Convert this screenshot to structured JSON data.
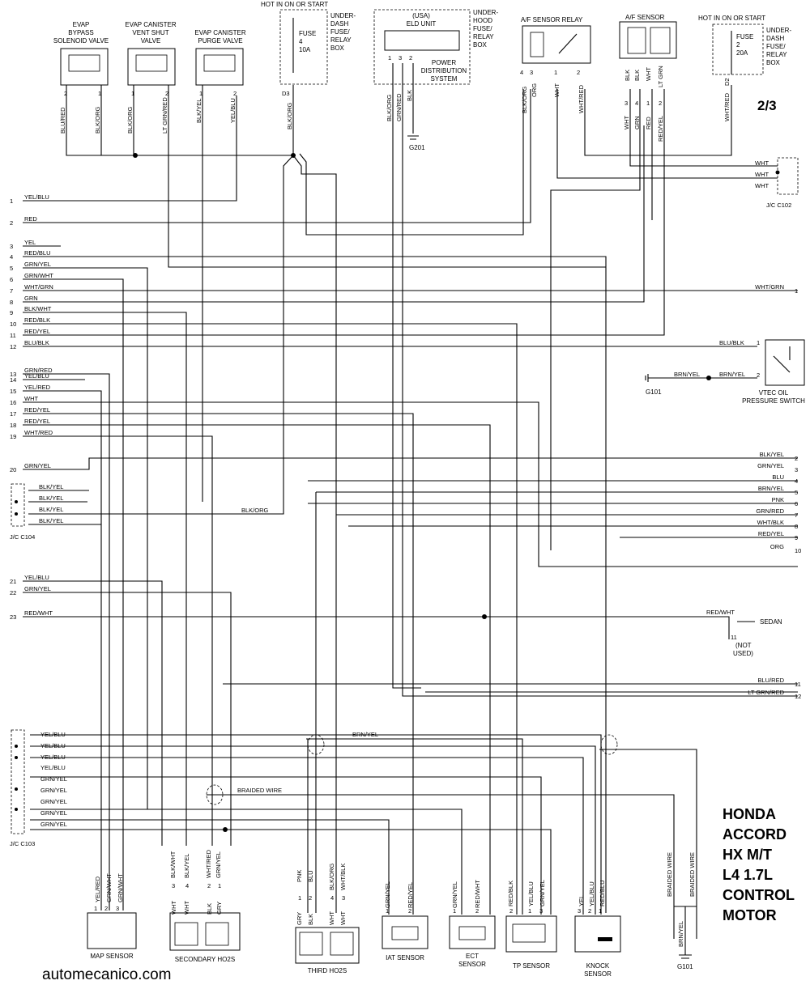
{
  "page_number": "2/3",
  "vehicle_title": [
    "HONDA",
    "ACCORD",
    "HX M/T",
    "L4 1.7L",
    "CONTROL",
    "MOTOR"
  ],
  "watermark": "automecanico.com",
  "top_components": {
    "evap_bypass": {
      "lines": [
        "EVAP",
        "BYPASS",
        "SOLENOID VALVE"
      ],
      "wires": [
        "BLU/RED",
        "BLK/ORG"
      ],
      "pins": [
        "2",
        "1"
      ]
    },
    "evap_vent": {
      "lines": [
        "EVAP CANISTER",
        "VENT SHUT",
        "VALVE"
      ],
      "wires": [
        "BLK/ORG",
        "LT GRN/RED"
      ],
      "pins": [
        "1",
        "2"
      ]
    },
    "evap_purge": {
      "lines": [
        "EVAP CANISTER",
        "PURGE VALVE"
      ],
      "wires": [
        "BLK/YEL",
        "YEL/BLU"
      ],
      "pins": [
        "1",
        "2"
      ]
    },
    "fuse4": {
      "hot": "HOT IN ON OR START",
      "box": [
        "UNDER-",
        "DASH",
        "FUSE/",
        "RELAY",
        "BOX"
      ],
      "fuse": [
        "FUSE",
        "4",
        "10A"
      ],
      "terminal": "D3",
      "wire": "BLK/ORG"
    },
    "eld": {
      "region": "(USA)",
      "name": "ELD UNIT",
      "box": [
        "UNDER-",
        "HOOD",
        "FUSE/",
        "RELAY",
        "BOX"
      ],
      "pds": [
        "POWER",
        "DISTRIBUTION",
        "SYSTEM"
      ],
      "pins": [
        "1",
        "3",
        "2"
      ],
      "wires": [
        "BLK/ORG",
        "GRN/RED",
        "BLK"
      ],
      "ground": "G201"
    },
    "af_relay": {
      "name": "A/F SENSOR RELAY",
      "pins": [
        "4",
        "3",
        "1",
        "2"
      ],
      "wires": [
        "BLK/ORG",
        "ORG",
        "WHT",
        "WHT/RED"
      ]
    },
    "af_sensor": {
      "name": "A/F SENSOR",
      "top_wires": [
        "BLK",
        "BLK",
        "WHT",
        "LT GRN"
      ],
      "pins": [
        "3",
        "4",
        "1",
        "2"
      ],
      "wires": [
        "WHT",
        "GRN",
        "RED",
        "RED/YEL"
      ]
    },
    "fuse2": {
      "hot": "HOT IN ON OR START",
      "box": [
        "UNDER-",
        "DASH",
        "FUSE/",
        "RELAY",
        "BOX"
      ],
      "fuse": [
        "FUSE",
        "2",
        "20A"
      ],
      "terminal": "D2",
      "wire": "WHT/RED"
    }
  },
  "left_pins": [
    {
      "num": "1",
      "wire": "YEL/BLU"
    },
    {
      "num": "2",
      "wire": "RED"
    },
    {
      "num": "3",
      "wire": "YEL"
    },
    {
      "num": "4",
      "wire": "RED/BLU"
    },
    {
      "num": "5",
      "wire": "GRN/YEL"
    },
    {
      "num": "6",
      "wire": "GRN/WHT"
    },
    {
      "num": "7",
      "wire": "WHT/GRN"
    },
    {
      "num": "8",
      "wire": "GRN"
    },
    {
      "num": "9",
      "wire": "BLK/WHT"
    },
    {
      "num": "10",
      "wire": "RED/BLK"
    },
    {
      "num": "11",
      "wire": "RED/YEL"
    },
    {
      "num": "12",
      "wire": "BLU/BLK"
    },
    {
      "num": "13",
      "wire": "GRN/RED"
    },
    {
      "num": "14",
      "wire": "YEL/BLU"
    },
    {
      "num": "15",
      "wire": "YEL/RED"
    },
    {
      "num": "16",
      "wire": "WHT"
    },
    {
      "num": "17",
      "wire": "RED/YEL"
    },
    {
      "num": "18",
      "wire": "RED/YEL"
    },
    {
      "num": "19",
      "wire": "WHT/RED"
    },
    {
      "num": "20",
      "wire": "GRN/YEL"
    },
    {
      "num": "21",
      "wire": "YEL/BLU"
    },
    {
      "num": "22",
      "wire": "GRN/YEL"
    },
    {
      "num": "23",
      "wire": "RED/WHT"
    }
  ],
  "right_pins": [
    {
      "num": "1",
      "wire": "WHT/GRN"
    },
    {
      "num": "2",
      "wire": "BLK/YEL"
    },
    {
      "num": "3",
      "wire": "GRN/YEL"
    },
    {
      "num": "4",
      "wire": "BLU"
    },
    {
      "num": "5",
      "wire": "BRN/YEL"
    },
    {
      "num": "6",
      "wire": "PNK"
    },
    {
      "num": "7",
      "wire": "GRN/RED"
    },
    {
      "num": "8",
      "wire": "WHT/BLK"
    },
    {
      "num": "9",
      "wire": "RED/YEL"
    },
    {
      "num": "10",
      "wire": "ORG"
    },
    {
      "num": "11",
      "wire": "BLU/RED"
    },
    {
      "num": "12",
      "wire": "LT GRN/RED"
    }
  ],
  "jc_c102": {
    "label": "J/C  C102",
    "wires": [
      "WHT",
      "WHT",
      "WHT"
    ]
  },
  "jc_c104": {
    "label": "J/C C104",
    "wires": [
      "BLK/YEL",
      "BLK/YEL",
      "BLK/YEL",
      "BLK/YEL"
    ],
    "bus": "BLK/ORG"
  },
  "jc_c103": {
    "label": "J/C C103",
    "wires": [
      "YEL/BLU",
      "YEL/BLU",
      "YEL/BLU",
      "YEL/BLU",
      "GRN/YEL",
      "GRN/YEL",
      "GRN/YEL",
      "GRN/YEL",
      "GRN/YEL"
    ]
  },
  "vtec": {
    "lines": [
      "VTEC OIL",
      "PRESSURE SWITCH"
    ],
    "pins": [
      "1",
      "2"
    ],
    "wire_in": "BLU/BLK",
    "wire_a": "BRN/YEL",
    "wire_b": "BRN/YEL",
    "ground": "G101"
  },
  "sedan": {
    "wire": "RED/WHT",
    "pin": "11",
    "label": "SEDAN",
    "note": [
      "(NOT",
      "USED)"
    ]
  },
  "braided": {
    "label1": "BRN/YEL",
    "label2": "BRAIDED WIRE",
    "v1": "BRAIDED WIRE",
    "v2": "BRAIDED WIRE",
    "gnd_wire": "BRN/YEL",
    "ground": "G101"
  },
  "bottom_components": {
    "map": {
      "name": "MAP SENSOR",
      "pins": [
        "1",
        "2",
        "3"
      ],
      "wires": [
        "YEL/RED",
        "GRN/WHT",
        "GRN/WHT"
      ]
    },
    "sec_ho2s": {
      "name": "SECONDARY HO2S",
      "pins": [
        "3",
        "4",
        "2",
        "1"
      ],
      "wires": [
        "BLK/WHT",
        "BLK/YEL",
        "WHT/RED",
        "GRN/YEL"
      ],
      "lower": [
        "WHT",
        "WHT",
        "BLK",
        "GRY"
      ]
    },
    "third_ho2s": {
      "name": "THIRD HO2S",
      "pins": [
        "1",
        "2",
        "4",
        "3"
      ],
      "wires": [
        "PNK",
        "BLU",
        "BLK/ORG",
        "WHT/BLK"
      ],
      "lower": [
        "GRY",
        "BLK",
        "WHT",
        "WHT"
      ]
    },
    "iat": {
      "name": "IAT SENSOR",
      "pins": [
        "1",
        "2"
      ],
      "wires": [
        "GRN/YEL",
        "RED/YEL"
      ]
    },
    "ect": {
      "name": "ECT",
      "name2": "SENSOR",
      "pins": [
        "1",
        "2"
      ],
      "wires": [
        "GRN/YEL",
        "RED/WHT"
      ]
    },
    "tp": {
      "name": "TP SENSOR",
      "pins": [
        "2",
        "1",
        "3"
      ],
      "wires": [
        "RED/BLK",
        "YEL/BLU",
        "GRN/YEL"
      ]
    },
    "knock": {
      "name": "KNOCK",
      "name2": "SENSOR",
      "pins": [
        "3",
        "2",
        "1"
      ],
      "wires": [
        "YEL",
        "YEL/BLU",
        "RED/BLU"
      ]
    }
  }
}
